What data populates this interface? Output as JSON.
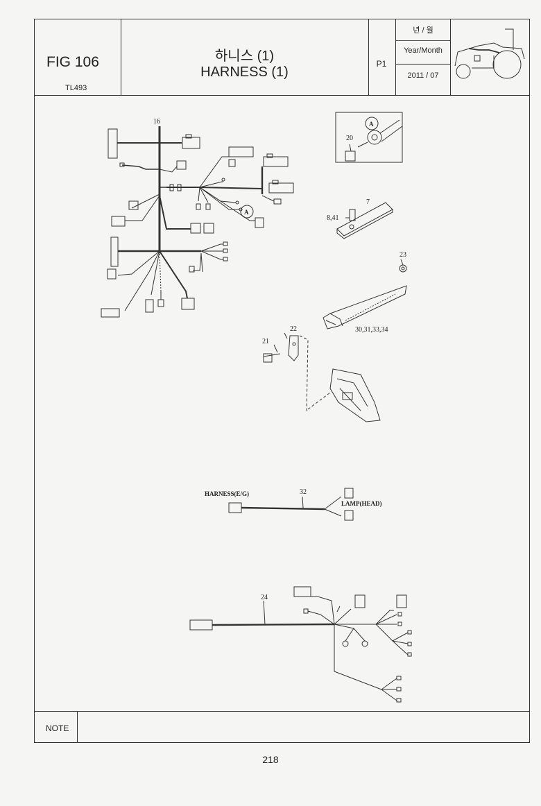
{
  "header": {
    "fig_label": "FIG 106",
    "model": "TL493",
    "title_ko": "하니스 (1)",
    "title_en": "HARNESS (1)",
    "page_code": "P1",
    "year_month_ko": "년 / 월",
    "year_month_en": "Year/Month",
    "year_month_value": "2011 / 07",
    "tractor_icon": "tractor-illustration"
  },
  "callouts": {
    "c16": "16",
    "c20": "20",
    "cA1": "A",
    "cA2": "A",
    "c7": "7",
    "c841": "8,41",
    "c23": "23",
    "c30": "30,31,33,34",
    "c22": "22",
    "c21": "21",
    "c32": "32",
    "c24": "24",
    "harness_eg": "HARNESS(E/G)",
    "lamp_head": "LAMP(HEAD)"
  },
  "footer": {
    "note_label": "NOTE",
    "page_number": "218"
  }
}
